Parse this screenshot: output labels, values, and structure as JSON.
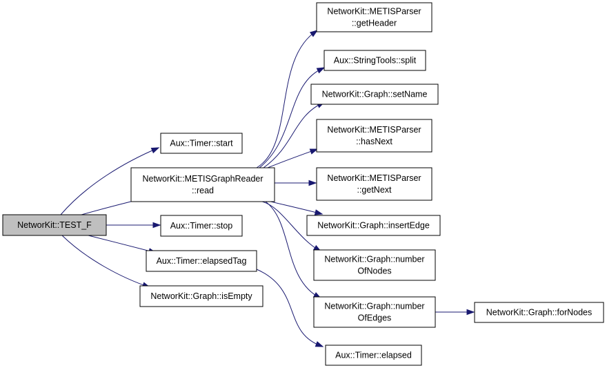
{
  "diagram": {
    "type": "call-graph",
    "colors": {
      "edge": "#191970",
      "node_border": "#000000",
      "node_fill": "#ffffff",
      "root_fill": "#bfbfbf",
      "background": "#ffffff"
    },
    "nodes": [
      {
        "id": "test_f",
        "lines": [
          "NetworKit::TEST_F"
        ],
        "root": true
      },
      {
        "id": "timer_start",
        "lines": [
          "Aux::Timer::start"
        ]
      },
      {
        "id": "metis_reader_read",
        "lines": [
          "NetworKit::METISGraphReader",
          "::read"
        ]
      },
      {
        "id": "timer_stop",
        "lines": [
          "Aux::Timer::stop"
        ]
      },
      {
        "id": "timer_elapsedtag",
        "lines": [
          "Aux::Timer::elapsedTag"
        ]
      },
      {
        "id": "graph_isempty",
        "lines": [
          "NetworKit::Graph::isEmpty"
        ]
      },
      {
        "id": "parser_getheader",
        "lines": [
          "NetworKit::METISParser",
          "::getHeader"
        ]
      },
      {
        "id": "stringtools_split",
        "lines": [
          "Aux::StringTools::split"
        ]
      },
      {
        "id": "graph_setname",
        "lines": [
          "NetworKit::Graph::setName"
        ]
      },
      {
        "id": "parser_hasnext",
        "lines": [
          "NetworKit::METISParser",
          "::hasNext"
        ]
      },
      {
        "id": "parser_getnext",
        "lines": [
          "NetworKit::METISParser",
          "::getNext"
        ]
      },
      {
        "id": "graph_insertedge",
        "lines": [
          "NetworKit::Graph::insertEdge"
        ]
      },
      {
        "id": "graph_numberofnodes",
        "lines": [
          "NetworKit::Graph::number",
          "OfNodes"
        ]
      },
      {
        "id": "graph_numberofedges",
        "lines": [
          "NetworKit::Graph::number",
          "OfEdges"
        ]
      },
      {
        "id": "graph_fornodes",
        "lines": [
          "NetworKit::Graph::forNodes"
        ]
      },
      {
        "id": "timer_elapsed",
        "lines": [
          "Aux::Timer::elapsed"
        ]
      }
    ],
    "edges": [
      {
        "from": "test_f",
        "to": "timer_start"
      },
      {
        "from": "test_f",
        "to": "metis_reader_read"
      },
      {
        "from": "test_f",
        "to": "timer_stop"
      },
      {
        "from": "test_f",
        "to": "timer_elapsedtag"
      },
      {
        "from": "test_f",
        "to": "graph_isempty"
      },
      {
        "from": "metis_reader_read",
        "to": "parser_getheader"
      },
      {
        "from": "metis_reader_read",
        "to": "stringtools_split"
      },
      {
        "from": "metis_reader_read",
        "to": "graph_setname"
      },
      {
        "from": "metis_reader_read",
        "to": "parser_hasnext"
      },
      {
        "from": "metis_reader_read",
        "to": "parser_getnext"
      },
      {
        "from": "metis_reader_read",
        "to": "graph_insertedge"
      },
      {
        "from": "metis_reader_read",
        "to": "graph_numberofnodes"
      },
      {
        "from": "metis_reader_read",
        "to": "graph_numberofedges"
      },
      {
        "from": "graph_numberofedges",
        "to": "graph_fornodes"
      },
      {
        "from": "timer_elapsedtag",
        "to": "timer_elapsed"
      }
    ]
  }
}
